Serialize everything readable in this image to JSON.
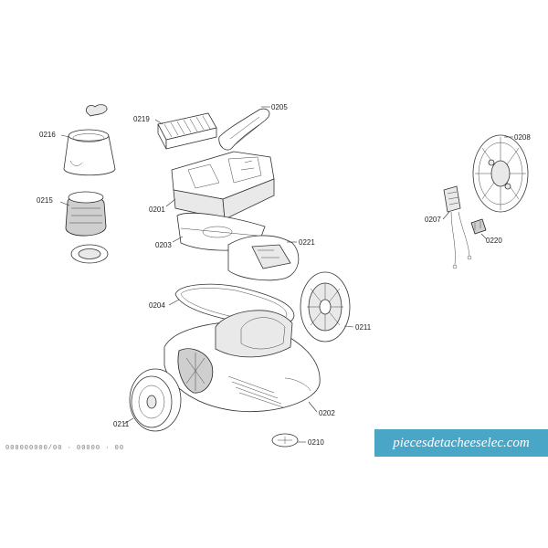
{
  "labels": {
    "p0216": "0216",
    "p0215": "0215",
    "p0219": "0219",
    "p0205": "0205",
    "p0201": "0201",
    "p0203": "0203",
    "p0221": "0221",
    "p0204": "0204",
    "p0211a": "0211",
    "p0211b": "0211",
    "p0202": "0202",
    "p0210": "0210",
    "p0208": "0208",
    "p0207": "0207",
    "p0220": "0220"
  },
  "footer_text": "000000000/00 · 00000 · 00",
  "watermark": "piecesdetacheeselec.com"
}
